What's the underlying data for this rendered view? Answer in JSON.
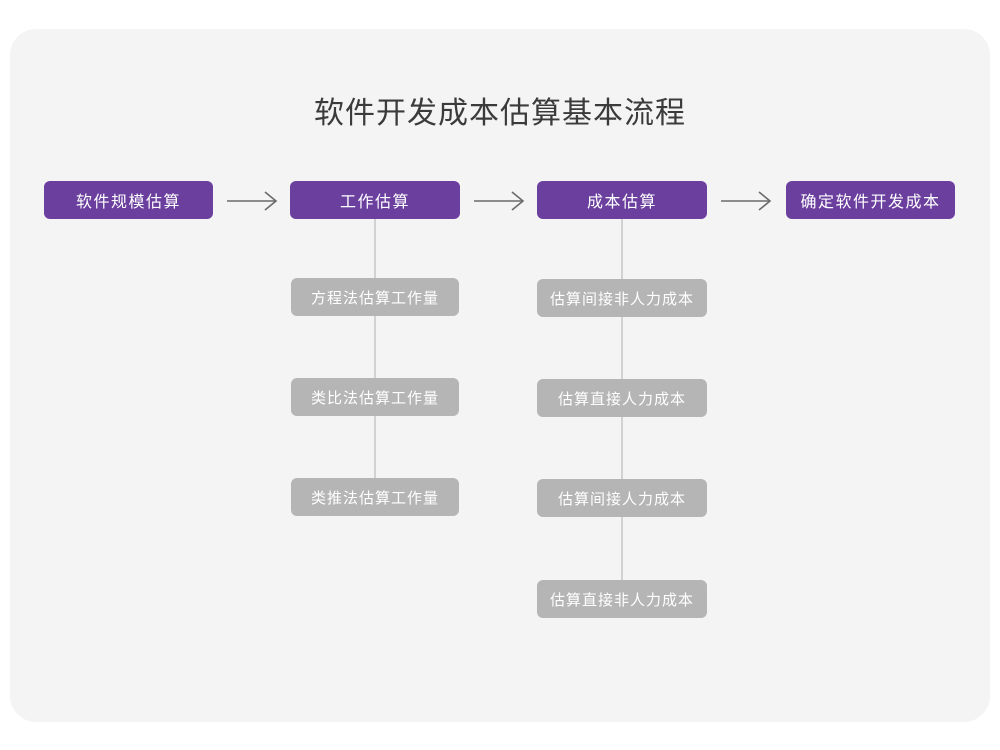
{
  "title": "软件开发成本估算基本流程",
  "colors": {
    "page_background": "#ffffff",
    "card_background": "#f4f4f5",
    "primary_node": "#6b3f9e",
    "secondary_node": "#b5b5b5",
    "node_text": "#ffffff",
    "title_text": "#3b3b3b",
    "connector_line": "#d2d2d2",
    "arrow": "#6b6b6b"
  },
  "flow": {
    "arrow_glyph": "long-right-arrow",
    "stages": [
      {
        "id": "stage-1",
        "label": "软件规模估算",
        "substeps": []
      },
      {
        "id": "stage-2",
        "label": "工作估算",
        "substeps": [
          "方程法估算工作量",
          "类比法估算工作量",
          "类推法估算工作量"
        ]
      },
      {
        "id": "stage-3",
        "label": "成本估算",
        "substeps": [
          "估算间接非人力成本",
          "估算直接人力成本",
          "估算间接人力成本",
          "估算直接非人力成本"
        ]
      },
      {
        "id": "stage-4",
        "label": "确定软件开发成本",
        "substeps": []
      }
    ]
  }
}
